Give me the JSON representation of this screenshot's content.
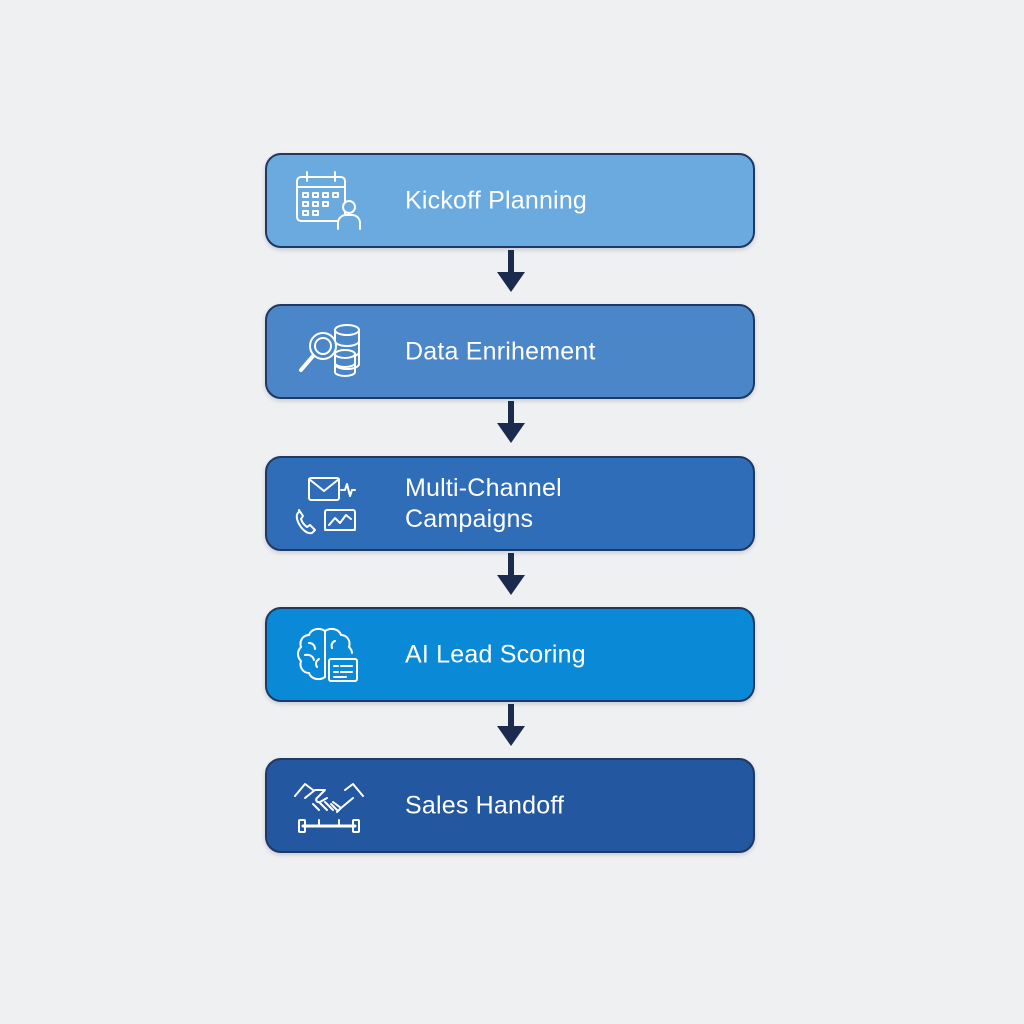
{
  "steps": [
    {
      "label": "Kickoff Planning",
      "icon": "calendar-person-icon",
      "color": "#6aaadf"
    },
    {
      "label": "Data Enrihement",
      "icon": "search-database-icon",
      "color": "#4a86c8"
    },
    {
      "label": "Multi-Channel\nCampaigns",
      "icon": "email-phone-analytics-icon",
      "color": "#2f6db8"
    },
    {
      "label": "AI Lead Scoring",
      "icon": "brain-scorecard-icon",
      "color": "#0a8ad6"
    },
    {
      "label": "Sales Handoff",
      "icon": "handshake-icon",
      "color": "#23579f"
    }
  ],
  "colors": {
    "background": "#eff0f1",
    "border": "#1f3864",
    "arrow": "#1a2b4e",
    "icon_stroke": "#ffffff"
  }
}
